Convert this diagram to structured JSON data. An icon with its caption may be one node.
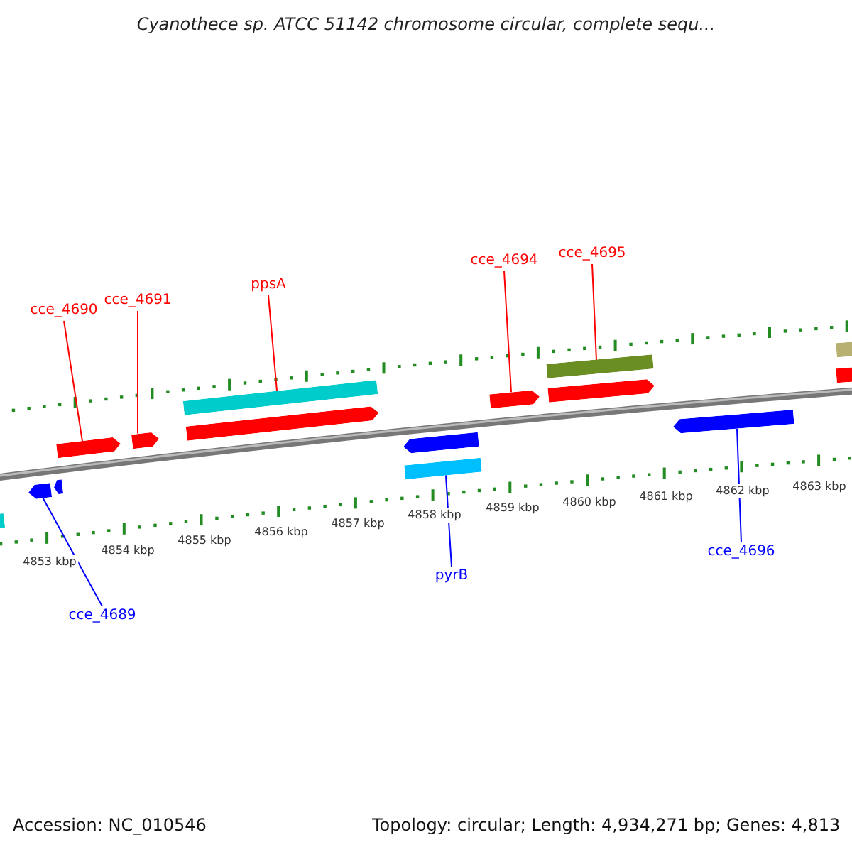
{
  "diagram": {
    "title": "Cyanothece sp. ATCC 51142 chromosome circular, complete sequ...",
    "nodes": [
      {
        "text": [
          "cce_4690"
        ]
      },
      {
        "text": [
          "cce_4691"
        ]
      },
      {
        "text": [
          "ppsA"
        ]
      },
      {
        "text": [
          "cce_4694"
        ]
      },
      {
        "text": [
          "cce_4695"
        ]
      },
      {
        "text": [],
        "shape": "arrow"
      },
      {
        "text": [],
        "shape": "arrow"
      },
      {
        "text": [],
        "shape": "bar"
      },
      {
        "text": [],
        "shape": "arrow"
      },
      {
        "text": [],
        "shape": "arrow"
      },
      {
        "text": [],
        "shape": "bar"
      },
      {
        "text": [],
        "shape": "arrow"
      },
      {
        "text": [],
        "shape": "bar"
      },
      {
        "text": [],
        "shape": "bar"
      },
      {
        "text": [],
        "shape": "bar"
      },
      {
        "text": [],
        "shape": "arrow"
      },
      {
        "text": [],
        "shape": "arrow"
      },
      {
        "text": [],
        "shape": "arrow"
      },
      {
        "text": [],
        "shape": "bar"
      },
      {
        "text": [],
        "shape": "arrow"
      },
      {
        "text": [
          "cce_4696"
        ]
      },
      {
        "text": [
          "pyrB"
        ]
      },
      {
        "text": [
          "cce_4689"
        ]
      }
    ],
    "edges": [
      {
        "from": 0,
        "to": 5,
        "arrow": "none"
      },
      {
        "from": 1,
        "to": 6,
        "arrow": "none"
      },
      {
        "from": 2,
        "to": 7,
        "arrow": "none"
      },
      {
        "from": 3,
        "to": 9,
        "arrow": "none"
      },
      {
        "from": 4,
        "to": 10,
        "arrow": "none"
      },
      {
        "from": 20,
        "to": 19,
        "arrow": "none",
        "color": "#0000ff"
      },
      {
        "from": 21,
        "to": 18,
        "arrow": "none",
        "color": "#0000ff"
      },
      {
        "from": 22,
        "to": 15,
        "arrow": "none",
        "color": "#0000ff"
      }
    ],
    "labels": [
      "4853 kbp",
      "4854 kbp",
      "4855 kbp",
      "4856 kbp",
      "4857 kbp",
      "4858 kbp",
      "4859 kbp",
      "4860 kbp",
      "4861 kbp",
      "4862 kbp",
      "4863 kbp",
      "Accession: NC_010546",
      "Topology: circular; Length: 4,934,271 bp; Genes: 4,813"
    ]
  }
}
